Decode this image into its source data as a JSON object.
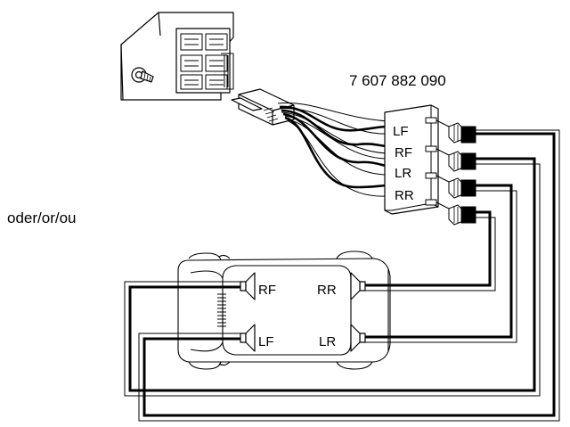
{
  "part_number": "7 607 882 090",
  "alternative_text": "oder/or/ou",
  "adapter_labels": {
    "lf": "LF",
    "rf": "RF",
    "lr": "LR",
    "rr": "RR"
  },
  "car_labels": {
    "rf": "RF",
    "lf": "LF",
    "rr": "RR",
    "lr": "LR"
  },
  "colors": {
    "line": "#000000",
    "background": "#ffffff"
  }
}
